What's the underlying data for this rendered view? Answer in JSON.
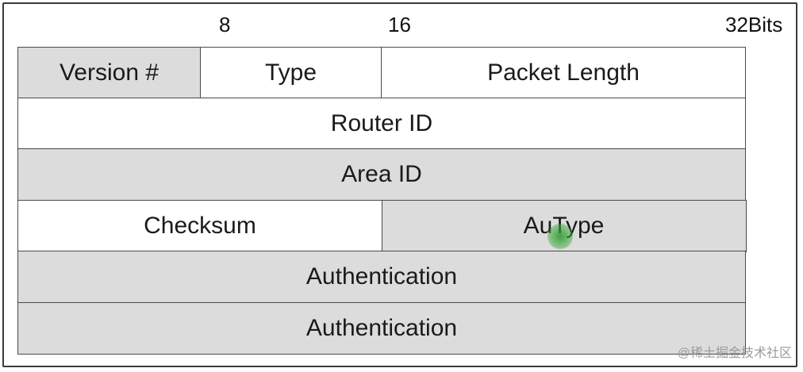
{
  "bit_markers": [
    "8",
    "16",
    "32Bits"
  ],
  "rows": [
    [
      {
        "label": "Version #",
        "shade": "gray"
      },
      {
        "label": "Type",
        "shade": "white"
      },
      {
        "label": "Packet Length",
        "shade": "white"
      }
    ],
    [
      {
        "label": "Router ID",
        "shade": "white"
      }
    ],
    [
      {
        "label": "Area ID",
        "shade": "gray"
      }
    ],
    [
      {
        "label": "Checksum",
        "shade": "white"
      },
      {
        "label": "AuType",
        "shade": "gray"
      }
    ],
    [
      {
        "label": "Authentication",
        "shade": "gray"
      }
    ],
    [
      {
        "label": "Authentication",
        "shade": "gray"
      }
    ]
  ],
  "watermark": "@稀土掘金技术社区",
  "colors": {
    "gray_cell": "#dcdcdc",
    "white_cell": "#ffffff",
    "border": "#4a4a4a",
    "cursor_highlight": "#3a9a3a"
  }
}
